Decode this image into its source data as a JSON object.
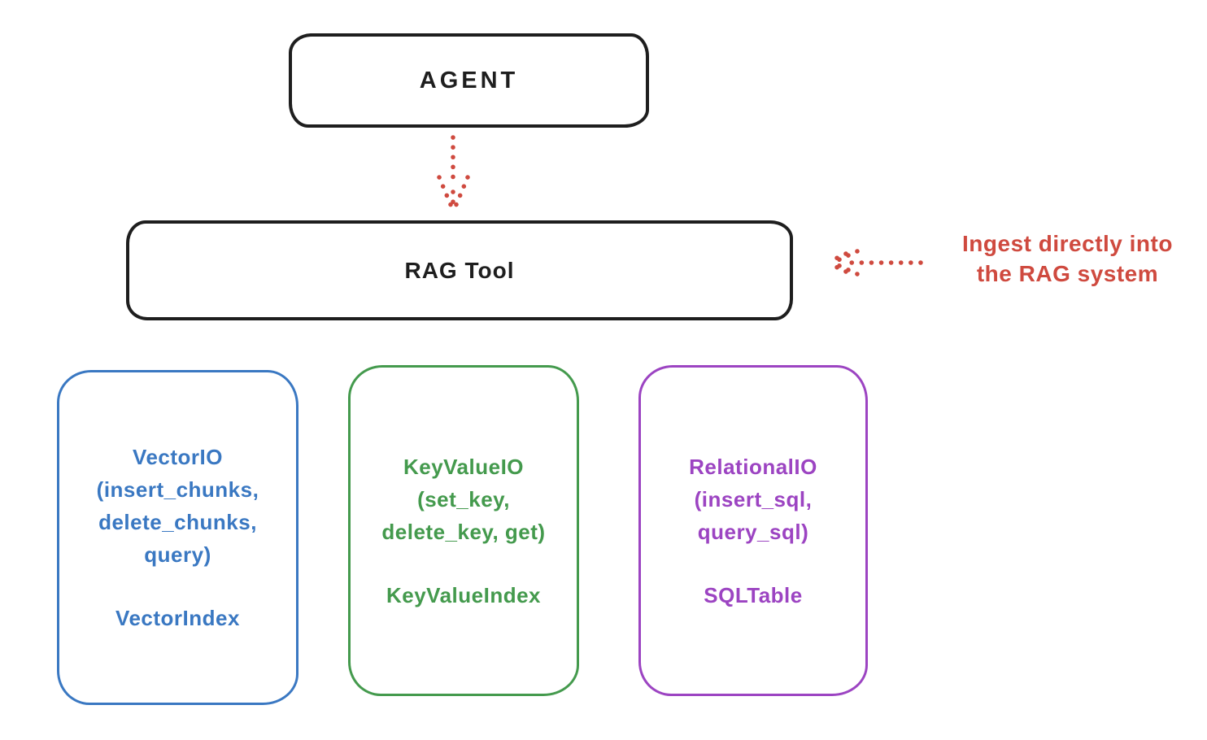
{
  "agent": {
    "label": "AGENT"
  },
  "rag_tool": {
    "label": "RAG Tool"
  },
  "annotation": {
    "line1": "Ingest directly into",
    "line2": "the RAG system"
  },
  "backends": [
    {
      "id": "vector-io",
      "lines": [
        "VectorIO",
        "(insert_chunks,",
        "delete_chunks,",
        "query)"
      ],
      "index": "VectorIndex",
      "color": "#3a78c2"
    },
    {
      "id": "keyvalue-io",
      "lines": [
        "KeyValueIO",
        "(set_key,",
        "delete_key, get)"
      ],
      "index": "KeyValueIndex",
      "color": "#449a4d"
    },
    {
      "id": "relational-io",
      "lines": [
        "RelationalIO",
        "(insert_sql,",
        "query_sql)"
      ],
      "index": "SQLTable",
      "color": "#9c44c2"
    }
  ],
  "colors": {
    "ink": "#1e1e1e",
    "accent_red": "#cf4a3f"
  }
}
